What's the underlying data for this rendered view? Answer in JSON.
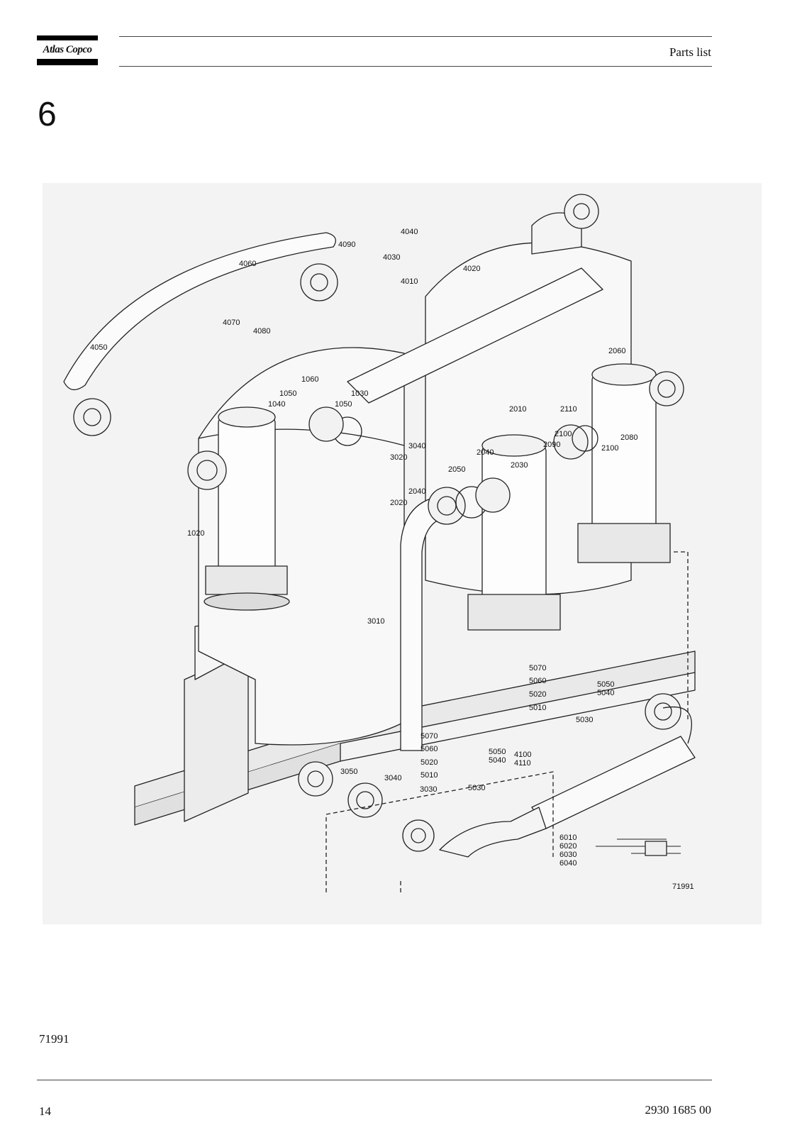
{
  "header": {
    "logo_text": "Atlas Copco",
    "title": "Parts list"
  },
  "chapter": "6",
  "figure": {
    "drawing_number": "71991",
    "callouts": [
      "4040",
      "4030",
      "4010",
      "4020",
      "4090",
      "4060",
      "4070",
      "4080",
      "4050",
      "1060",
      "1050",
      "1040",
      "1030",
      "1050",
      "2060",
      "2010",
      "2110",
      "2100",
      "2090",
      "2100",
      "2080",
      "3040",
      "3020",
      "2040",
      "2030",
      "2050",
      "2040",
      "2020",
      "1020",
      "3010",
      "5070",
      "5060",
      "5050",
      "5040",
      "5020",
      "5010",
      "5030",
      "5070",
      "5060",
      "5050",
      "5040",
      "5020",
      "5010",
      "5030",
      "4100",
      "4110",
      "3050",
      "3040",
      "3030",
      "6010",
      "6020",
      "6030",
      "6040"
    ]
  },
  "footer": {
    "figure_ref": "71991",
    "page_number": "14",
    "doc_number": "2930 1685 00"
  }
}
